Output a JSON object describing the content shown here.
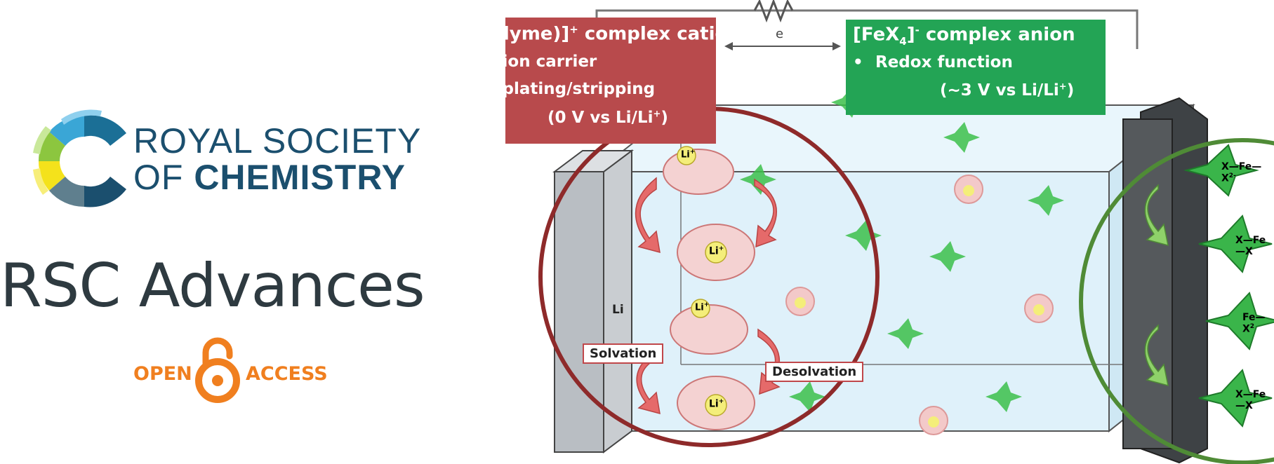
{
  "logo": {
    "society_line1": "ROYAL SOCIETY",
    "society_line2_prefix": "OF ",
    "society_line2_bold": "CHEMISTRY",
    "journal": "RSC Advances",
    "open_access_left": "OPEN",
    "open_access_right": "ACCESS"
  },
  "diagram": {
    "electron_label": "e",
    "cation_box": {
      "title": "[Li(glyme)]",
      "title_sup": "+",
      "title_suffix": " complex cation",
      "items": [
        "Li ion carrier",
        "Li plating/stripping"
      ],
      "note": "(0 V vs Li/Li",
      "note_sup": "+",
      "note_suffix": ")"
    },
    "anion_box": {
      "title_prefix": "[FeX",
      "title_sub": "4",
      "title_mid": "]",
      "title_sup": "-",
      "title_suffix": " complex anion",
      "items": [
        "Redox function"
      ],
      "note": "(~3 V vs Li/Li",
      "note_sup": "+",
      "note_suffix": ")"
    },
    "electrode_label": "Li",
    "solvation_label": "Solvation",
    "desolvation_label": "Desolvation",
    "li_ion_label": "Li",
    "li_ion_sup": "+",
    "ligand_atom": "X",
    "iron_label": "Fe",
    "charge_label": "2-",
    "charge_label_short": "2"
  },
  "colors": {
    "rsc_blue": "#1b4f6e",
    "journal_gray": "#2e3a40",
    "open_access_orange": "#f07f1f",
    "cation_red": "#b84a4c",
    "anion_green": "#23a455",
    "electrolyte_blue": "#dff1fa"
  }
}
